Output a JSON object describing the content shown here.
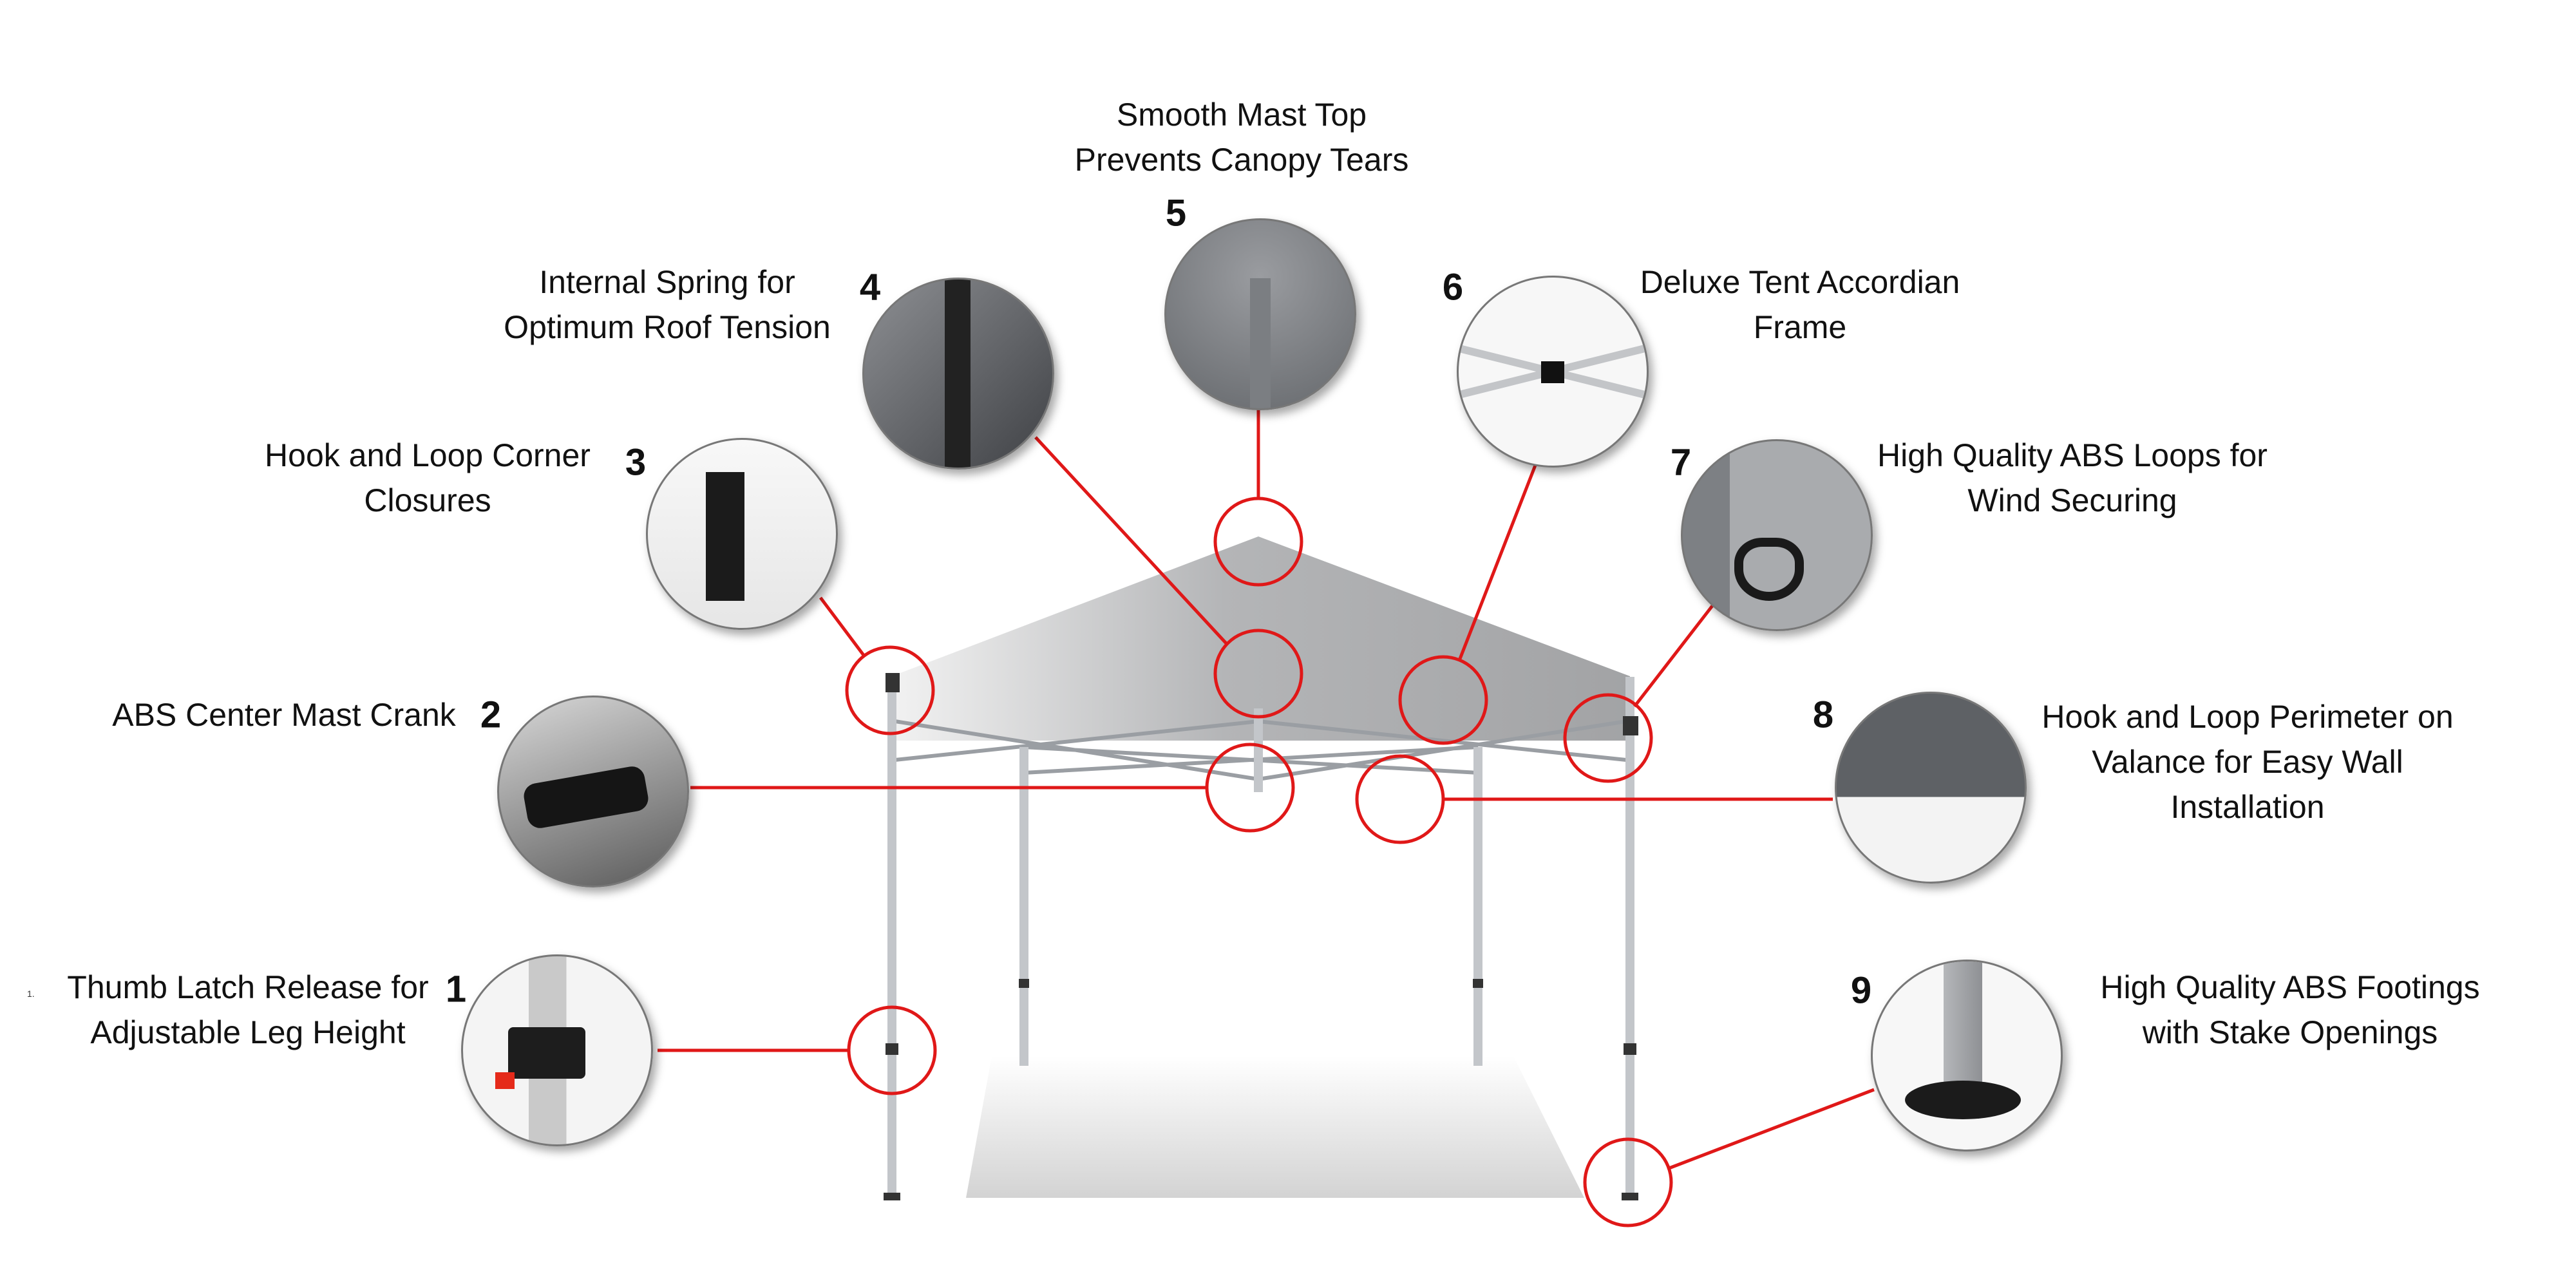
{
  "stray_mark": "1.",
  "callouts": [
    {
      "number": "1",
      "lines": [
        "Thumb Latch Release for",
        "Adjustable Leg Height"
      ]
    },
    {
      "number": "2",
      "lines": [
        "ABS Center Mast Crank"
      ]
    },
    {
      "number": "3",
      "lines": [
        "Hook and Loop Corner",
        "Closures"
      ]
    },
    {
      "number": "4",
      "lines": [
        "Internal Spring for",
        "Optimum Roof Tension"
      ]
    },
    {
      "number": "5",
      "lines": [
        "Smooth Mast Top",
        "Prevents Canopy Tears"
      ]
    },
    {
      "number": "6",
      "lines": [
        "Deluxe Tent Accordian",
        "Frame"
      ]
    },
    {
      "number": "7",
      "lines": [
        "High Quality ABS Loops for",
        "Wind Securing"
      ]
    },
    {
      "number": "8",
      "lines": [
        "Hook and Loop Perimeter on",
        "Valance for Easy Wall",
        "Installation"
      ]
    },
    {
      "number": "9",
      "lines": [
        "High Quality ABS Footings",
        "with Stake Openings"
      ]
    }
  ],
  "colors": {
    "callout_red": "#e01818",
    "canopy": "#a9aaac",
    "frame": "#c9ccd0"
  }
}
